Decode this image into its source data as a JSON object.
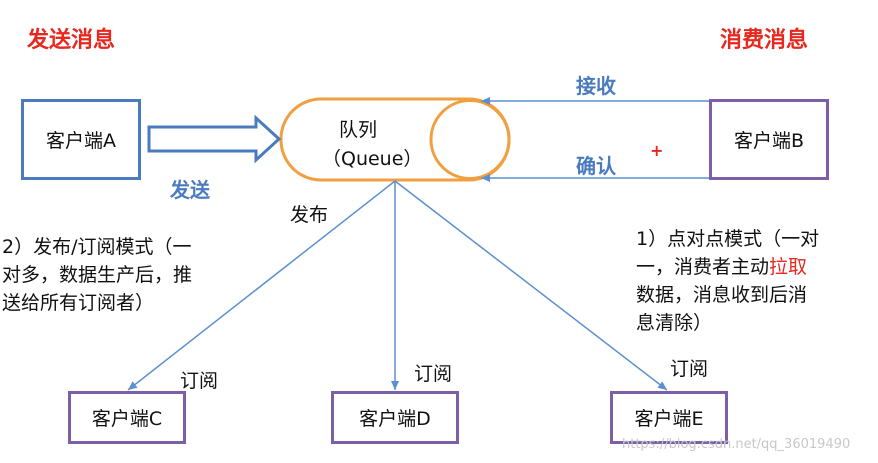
{
  "left_header": "发送消息",
  "right_header": "消费消息",
  "queue": {
    "line1": "队列",
    "line2": "（Queue）"
  },
  "clients": {
    "a": "客户端A",
    "b": "客户端B",
    "c": "客户端C",
    "d": "客户端D",
    "e": "客户端E"
  },
  "labels": {
    "send": "发送",
    "receive": "接收",
    "confirm": "确认",
    "publish": "发布",
    "subscribe": "订阅",
    "plus": "+"
  },
  "notes": {
    "pubsub_line1": "2）发布/订阅模式（一",
    "pubsub_line2": "对多，数据生产后，推",
    "pubsub_line3": "送给所有订阅者）",
    "p2p_line1": "1）点对点模式（一对",
    "p2p_line2a": "一，消费者主动",
    "p2p_line2_red": "拉取",
    "p2p_line3": "数据，消息收到后消",
    "p2p_line4": "息清除）"
  },
  "watermark": "https://blog.csdn.net/qq_36019490",
  "colors": {
    "header_red": "#e8281f",
    "arrow_blue": "#4a7bbf",
    "queue_orange": "#f0a040",
    "box_purple": "#7b5fa8",
    "line_blue": "#5b8fcf"
  }
}
